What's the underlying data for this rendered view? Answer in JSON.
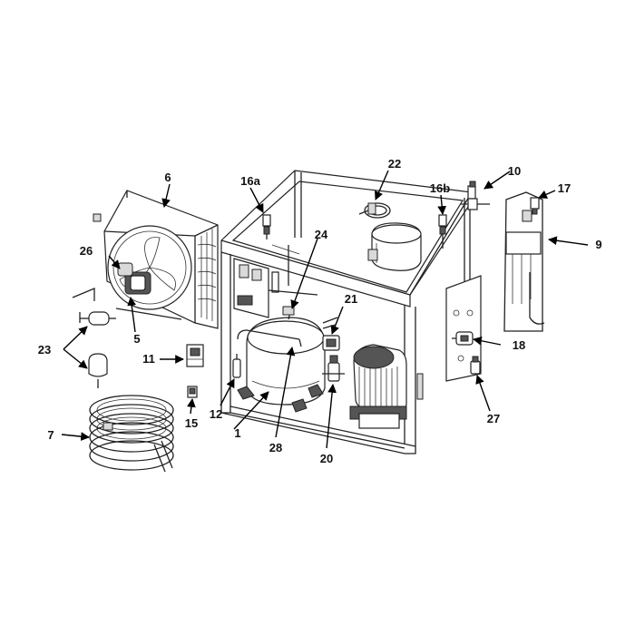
{
  "labels": {
    "l1": "1",
    "l5": "5",
    "l6": "6",
    "l7": "7",
    "l9": "9",
    "l10": "10",
    "l11": "11",
    "l12": "12",
    "l15": "15",
    "l16a": "16a",
    "l16b": "16b",
    "l17": "17",
    "l18": "18",
    "l20": "20",
    "l21": "21",
    "l22": "22",
    "l23": "23",
    "l24": "24",
    "l26": "26",
    "l27": "27",
    "l28": "28"
  }
}
